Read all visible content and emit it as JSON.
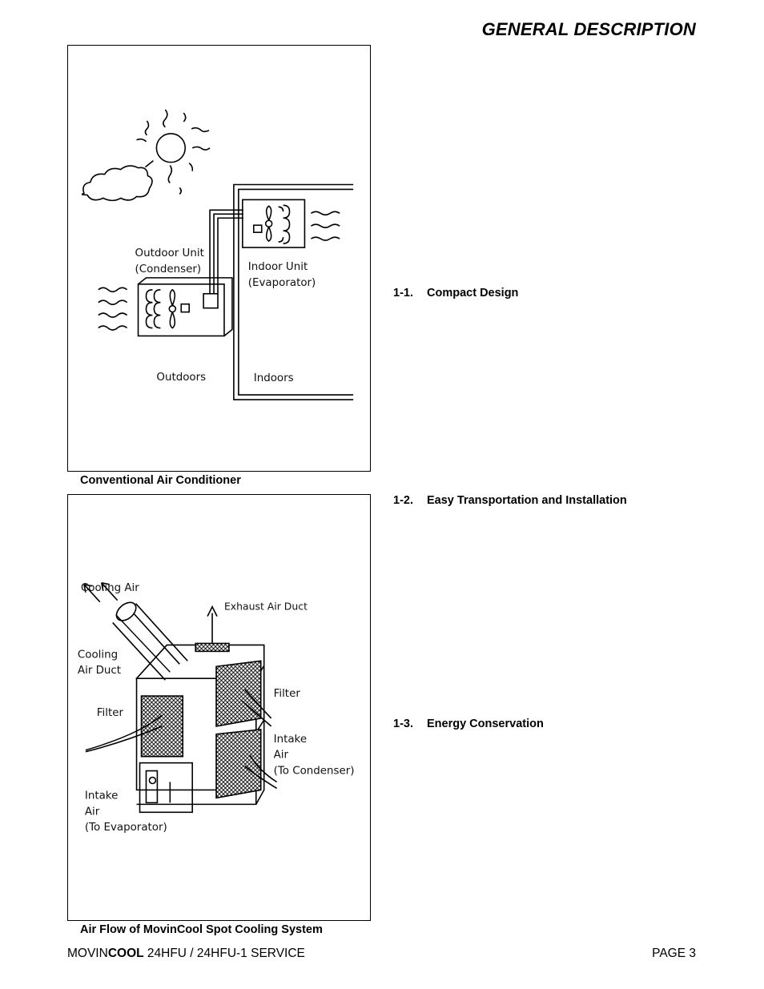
{
  "header": {
    "title": "GENERAL DESCRIPTION"
  },
  "figure1": {
    "caption": "Conventional Air Conditioner",
    "labels": {
      "outdoor_unit_1": "Outdoor Unit",
      "outdoor_unit_2": "(Condenser)",
      "indoor_unit_1": "Indoor Unit",
      "indoor_unit_2": "(Evaporator)",
      "outdoors": "Outdoors",
      "indoors": "Indoors"
    }
  },
  "figure2": {
    "caption": "Air Flow of MovinCool Spot Cooling System",
    "labels": {
      "cooling_air": "Cooling Air",
      "exhaust_duct": "Exhaust Air Duct",
      "cooling_duct_1": "Cooling",
      "cooling_duct_2": "Air Duct",
      "filter_left": "Filter",
      "filter_right": "Filter",
      "intake_cond_1": "Intake",
      "intake_cond_2": "Air",
      "intake_cond_3": "(To Condenser)",
      "intake_evap_1": "Intake",
      "intake_evap_2": "Air",
      "intake_evap_3": "(To Evaporator)"
    }
  },
  "sections": [
    {
      "number": "1-1.",
      "title": "Compact Design"
    },
    {
      "number": "1-2.",
      "title": "Easy Transportation and Installation"
    },
    {
      "number": "1-3.",
      "title": "Energy Conservation"
    }
  ],
  "footer": {
    "brand_prefix": "MOVIN",
    "brand_bold": "COOL",
    "model_text": " 24HFU / 24HFU-1 SERVICE",
    "page": "PAGE 3"
  }
}
